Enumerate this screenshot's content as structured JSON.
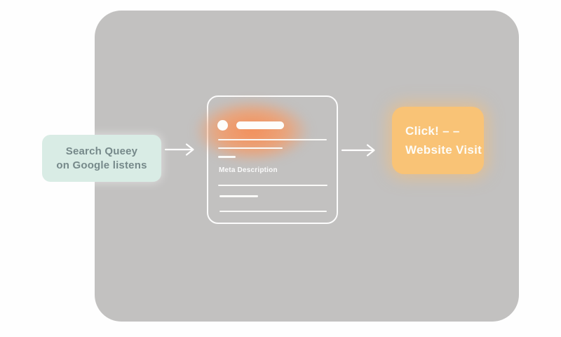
{
  "diagram": {
    "title": "search-to-click flow",
    "panel": {
      "bg_color": "#c2c1c0",
      "page_bg_color": "#fefefe"
    },
    "nodes": {
      "query": {
        "line1": "Search Queey",
        "line2": "on Google listens",
        "bg_color": "#d9ece5",
        "text_color": "#76898a"
      },
      "serp": {
        "meta_label": "Meta Description",
        "border_color": "#ffffff",
        "glow_color": "#f68c54",
        "placeholder_line_color": "#fafaf8",
        "placeholder_lines": 6,
        "favicon_icon": "result-favicon-dot",
        "title_placeholder_icon": "result-title-pill"
      },
      "click": {
        "line1": "Click! – –",
        "line2": "Website Visit",
        "bg_color": "#f9c376",
        "text_color": "#fdfcf8"
      }
    },
    "arrows": [
      {
        "name": "arrow-query-to-serp",
        "direction": "right",
        "color": "#ffffff"
      },
      {
        "name": "arrow-serp-to-click",
        "direction": "right",
        "color": "#ffffff"
      }
    ]
  }
}
